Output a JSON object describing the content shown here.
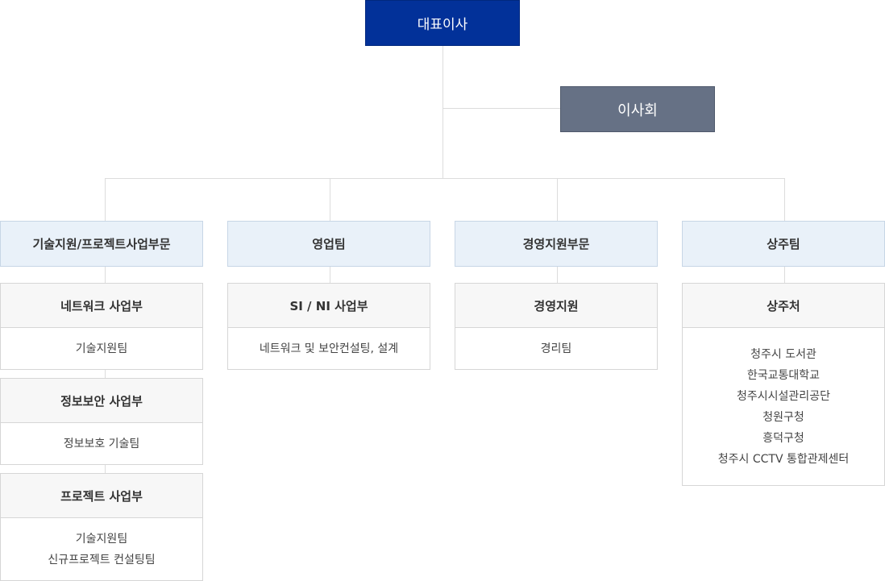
{
  "ceo": {
    "label": "대표이사"
  },
  "board": {
    "label": "이사회"
  },
  "columns": [
    {
      "dept": "기술지원/프로젝트사업부문",
      "units": [
        {
          "title": "네트워크 사업부",
          "items": [
            "기술지원팀"
          ]
        },
        {
          "title": "정보보안 사업부",
          "items": [
            "정보보호 기술팀"
          ]
        },
        {
          "title": "프로젝트 사업부",
          "items": [
            "기술지원팀",
            "신규프로젝트 컨설팅팀"
          ]
        }
      ]
    },
    {
      "dept": "영업팀",
      "units": [
        {
          "title": "SI / NI 사업부",
          "items": [
            "네트워크 및 보안컨설팅, 설계"
          ]
        }
      ]
    },
    {
      "dept": "경영지원부문",
      "units": [
        {
          "title": "경영지원",
          "items": [
            "경리팀"
          ]
        }
      ]
    },
    {
      "dept": "상주팀",
      "units": [
        {
          "title": "상주처",
          "items": [
            "청주시 도서관",
            "한국교통대학교",
            "청주시시설관리공단",
            "청원구청",
            "흥덕구청",
            "청주시 CCTV 통합관제센터"
          ]
        }
      ]
    }
  ]
}
